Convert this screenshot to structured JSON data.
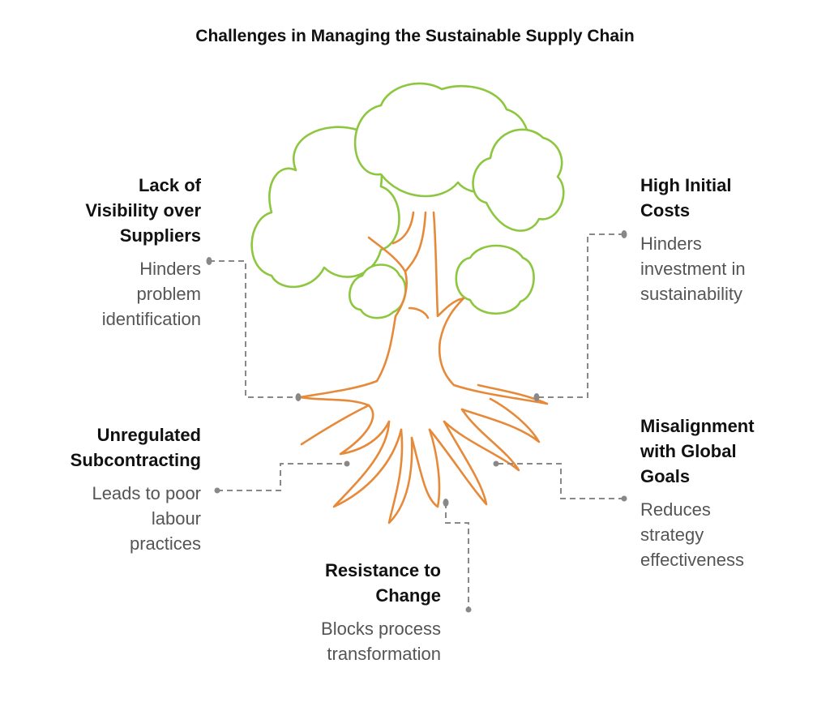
{
  "title": "Challenges in Managing the Sustainable Supply Chain",
  "colors": {
    "canopy": "#8dc63f",
    "trunk": "#e68a3a",
    "connector": "#888888",
    "heading": "#111111",
    "description": "#555555"
  },
  "challenges": [
    {
      "heading": "Lack of\nVisibility over\nSuppliers",
      "description": "Hinders\nproblem\nidentification"
    },
    {
      "heading": "High Initial\nCosts",
      "description": "Hinders\ninvestment in\nsustainability"
    },
    {
      "heading": "Unregulated\nSubcontracting",
      "description": "Leads to poor\nlabour\npractices"
    },
    {
      "heading": "Misalignment\nwith Global\nGoals",
      "description": "Reduces\nstrategy\neffectiveness"
    },
    {
      "heading": "Resistance to\nChange",
      "description": "Blocks process\ntransformation"
    }
  ]
}
